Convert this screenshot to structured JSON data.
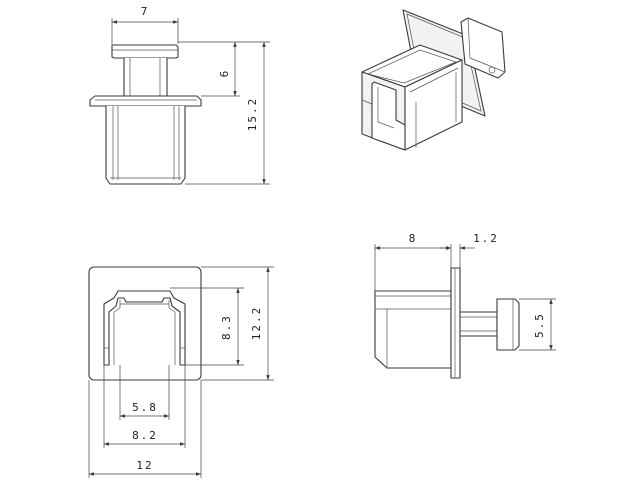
{
  "views": {
    "front": {
      "width_top": "7",
      "cap_height": "6",
      "total_height": "15.2"
    },
    "bottom": {
      "inner_height": "8.3",
      "outer_height": "12.2",
      "slot_width": "5.8",
      "inner_width": "8.2",
      "outer_width": "12"
    },
    "side": {
      "body_length": "8",
      "flange_thickness": "1.2",
      "cap_height": "5.5"
    },
    "iso": {}
  },
  "colors": {
    "line": "#3a3a3a",
    "background": "#ffffff"
  }
}
